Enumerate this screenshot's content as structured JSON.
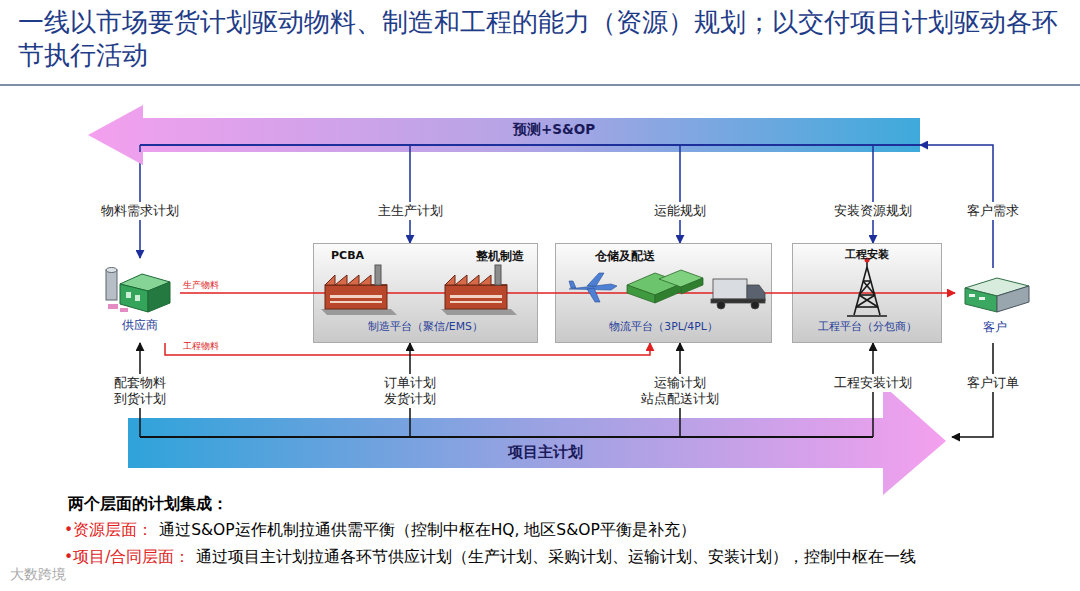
{
  "diagram": {
    "title": "一线以市场要货计划驱动物料、制造和工程的能力（资源）规划；以交付项目计划驱动各环节执行活动",
    "nodes": [
      {
        "text": [
          "预测+S&OP"
        ]
      },
      {
        "text": [
          "供应商"
        ]
      },
      {
        "text": [
          "PCBA",
          "整机制造",
          "制造平台（聚信/EMS）"
        ]
      },
      {
        "text": [
          "仓储及配送",
          "物流平台（3PL/4PL）"
        ]
      },
      {
        "text": [
          "工程安装",
          "工程平台（分包商）"
        ]
      },
      {
        "text": [
          "客户"
        ]
      },
      {
        "text": [
          "项目主计划"
        ]
      }
    ],
    "edges": [
      {
        "from": 0,
        "to": 1,
        "label": "物料需求计划",
        "arrow": "to"
      },
      {
        "from": 0,
        "to": 2,
        "label": "主生产计划",
        "arrow": "to"
      },
      {
        "from": 0,
        "to": 3,
        "label": "运能规划",
        "arrow": "to"
      },
      {
        "from": 0,
        "to": 4,
        "label": "安装资源规划",
        "arrow": "to"
      },
      {
        "from": 5,
        "to": 0,
        "label": "客户需求",
        "arrow": "to"
      },
      {
        "from": 1,
        "to": 5,
        "label": "生产物料",
        "arrow": "to"
      },
      {
        "from": 1,
        "to": 3,
        "label": "工程物料",
        "arrow": "to"
      },
      {
        "from": 6,
        "to": 1,
        "label": "配套物料 到货计划",
        "arrow": "to"
      },
      {
        "from": 6,
        "to": 2,
        "label": "订单计划 发货计划",
        "arrow": "to"
      },
      {
        "from": 6,
        "to": 3,
        "label": "运输计划 站点配送计划",
        "arrow": "to"
      },
      {
        "from": 6,
        "to": 4,
        "label": "工程安装计划",
        "arrow": "to"
      },
      {
        "from": 5,
        "to": 6,
        "label": "客户订单",
        "arrow": "to"
      }
    ],
    "labels": [
      "两个层面的计划集成：",
      "•资源层面：",
      "通过S&OP运作机制拉通供需平衡（控制中枢在HQ, 地区S&OP平衡是补充）",
      "•项目/合同层面：",
      "通过项目主计划拉通各环节供应计划（生产计划、采购计划、运输计划、安装计划），控制中枢在一线",
      "大数跨境"
    ]
  }
}
